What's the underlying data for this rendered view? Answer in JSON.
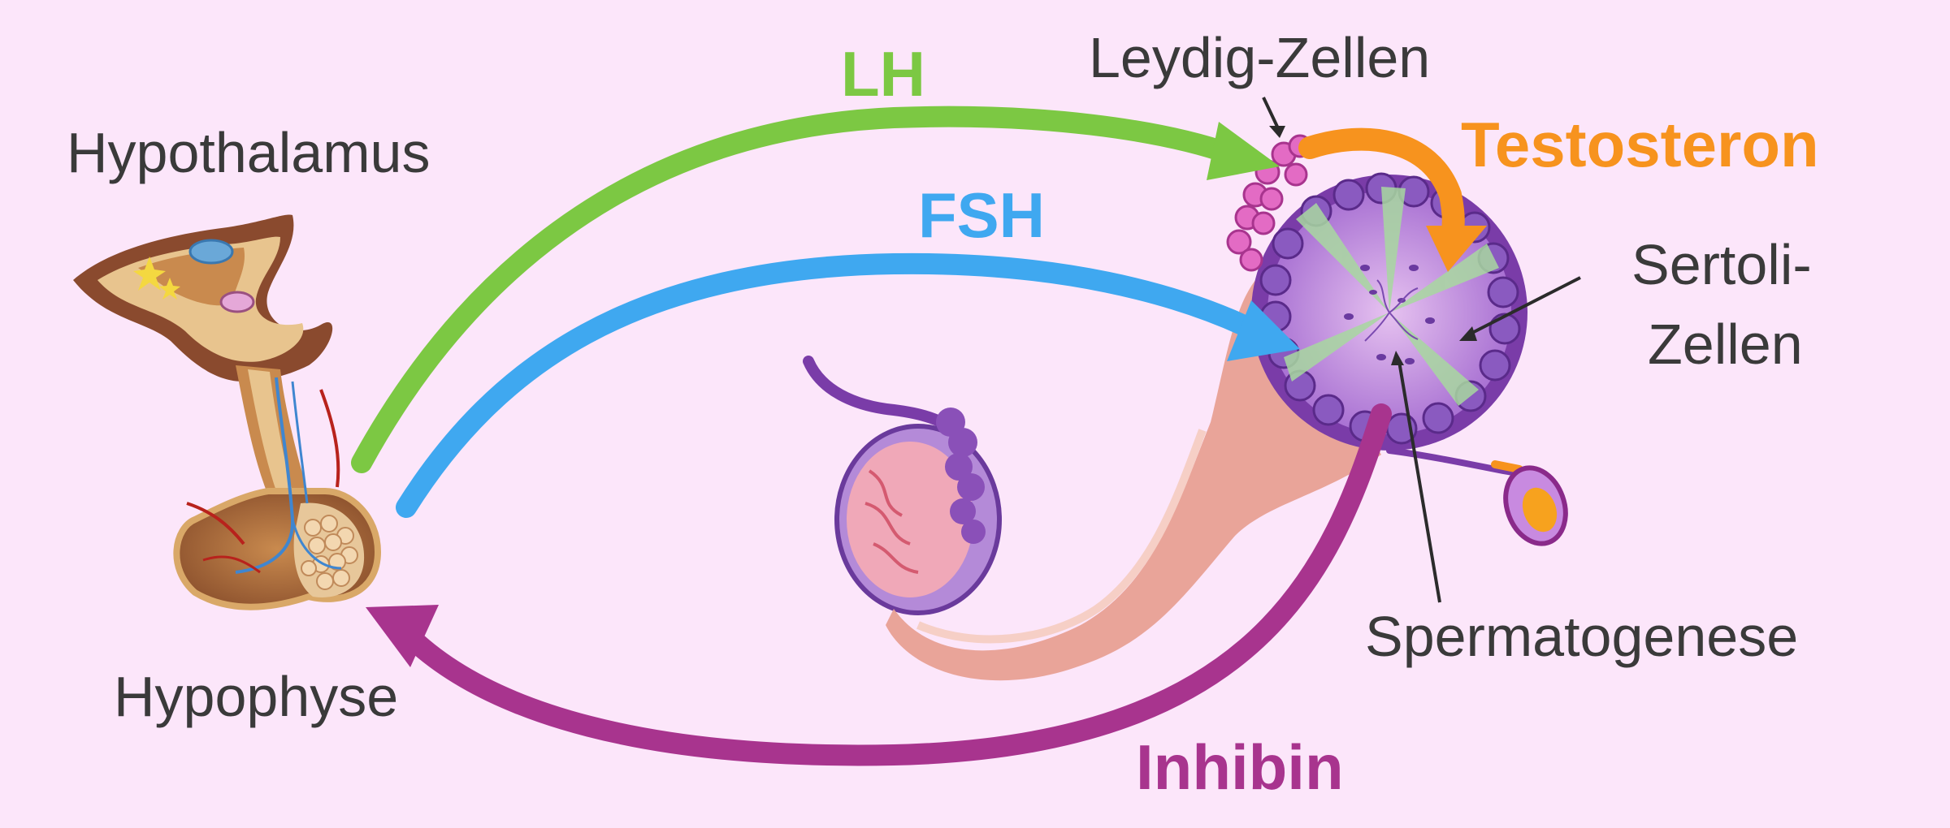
{
  "labels": {
    "hypothalamus": "Hypothalamus",
    "hypophyse": "Hypophyse",
    "leydig": "Leydig-Zellen",
    "testosteron": "Testosteron",
    "sertoli_line1": "Sertoli-",
    "sertoli_line2": "Zellen",
    "spermatogenese": "Spermatogenese",
    "lh": "LH",
    "fsh": "FSH",
    "inhibin": "Inhibin"
  },
  "colors": {
    "background": "#fce6fa",
    "lh": "#7cc843",
    "fsh": "#3fa8f0",
    "inhibin": "#a8348e",
    "testosteron": "#f7931e",
    "text": "#3a3a3a"
  }
}
